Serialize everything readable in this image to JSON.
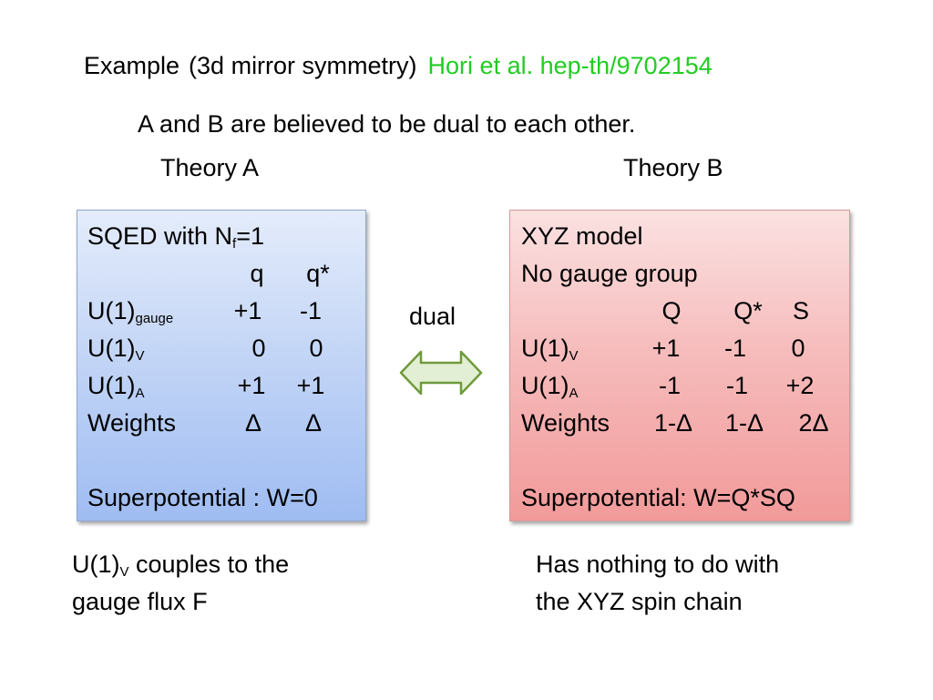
{
  "title": {
    "prefix": "Example",
    "subject": "(3d mirror symmetry)",
    "reference": "Hori et al. hep-th/9702154",
    "reference_color": "#22cc22"
  },
  "subtitle": "A and B are believed to be dual to each other.",
  "theory_a": {
    "label": "Theory A",
    "heading_text": "SQED with N",
    "heading_sub": "f",
    "heading_tail": "=1",
    "columns": [
      "q",
      "q*"
    ],
    "rows": [
      {
        "name": "U(1)",
        "sub": "gauge",
        "values": [
          "+1",
          "-1"
        ]
      },
      {
        "name": "U(1)",
        "sub": "V",
        "values": [
          "0",
          "0"
        ]
      },
      {
        "name": "U(1)",
        "sub": "A",
        "values": [
          "+1",
          "+1"
        ]
      },
      {
        "name": "Weights",
        "sub": "",
        "values": [
          "Δ",
          "Δ"
        ]
      }
    ],
    "superpotential": "Superpotential : W=0",
    "background_color": "#b8cef6"
  },
  "theory_b": {
    "label": "Theory B",
    "heading": "XYZ model",
    "heading2": "No gauge group",
    "columns": [
      "Q",
      "Q*",
      "S"
    ],
    "rows": [
      {
        "name": "U(1)",
        "sub": "V",
        "values": [
          "+1",
          "-1",
          "0"
        ]
      },
      {
        "name": "U(1)",
        "sub": "A",
        "values": [
          "-1",
          "-1",
          "+2"
        ]
      },
      {
        "name": "Weights",
        "sub": "",
        "values": [
          "1-Δ",
          "1-Δ",
          "2Δ"
        ]
      }
    ],
    "superpotential": "Superpotential: W=Q*SQ",
    "background_color": "#f5b5b5"
  },
  "dual": {
    "label": "dual",
    "arrow_icon": "double-arrow-icon",
    "arrow_fill": "#e2efd4",
    "arrow_stroke": "#6f9a3a"
  },
  "note_a": {
    "line1_prefix": "U(1)",
    "line1_sub": "V",
    "line1_suffix": " couples to the",
    "line2": "gauge flux F"
  },
  "note_b": {
    "line1": "Has nothing to do with",
    "line2": "the XYZ spin chain"
  }
}
